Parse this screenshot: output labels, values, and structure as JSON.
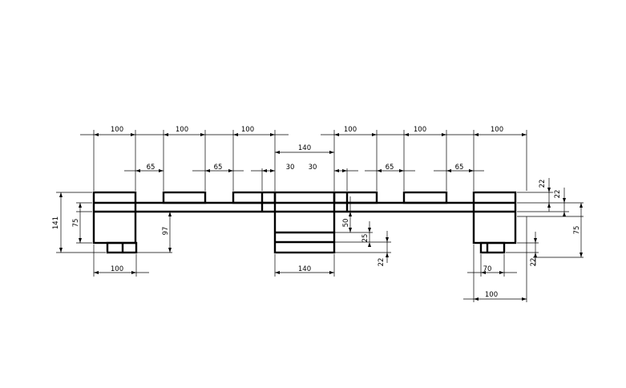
{
  "dimensions": {
    "top_100_1": "100",
    "top_100_2": "100",
    "top_100_3": "100",
    "top_100_4": "100",
    "top_100_5": "100",
    "top_100_6": "100",
    "center_140": "140",
    "gap_65_1": "65",
    "gap_65_2": "65",
    "gap_30_1": "30",
    "gap_30_2": "30",
    "gap_65_3": "65",
    "gap_65_4": "65",
    "left_141": "141",
    "left_75": "75",
    "inner_97": "97",
    "inner_50": "50",
    "inner_25": "25",
    "inner_22_mid": "22",
    "right_22_top": "22",
    "right_22_second": "22",
    "right_75": "75",
    "right_22_bottom": "22",
    "bottom_100_left": "100",
    "bottom_140_center": "140",
    "bottom_70_right": "70",
    "bottom_100_right": "100"
  }
}
